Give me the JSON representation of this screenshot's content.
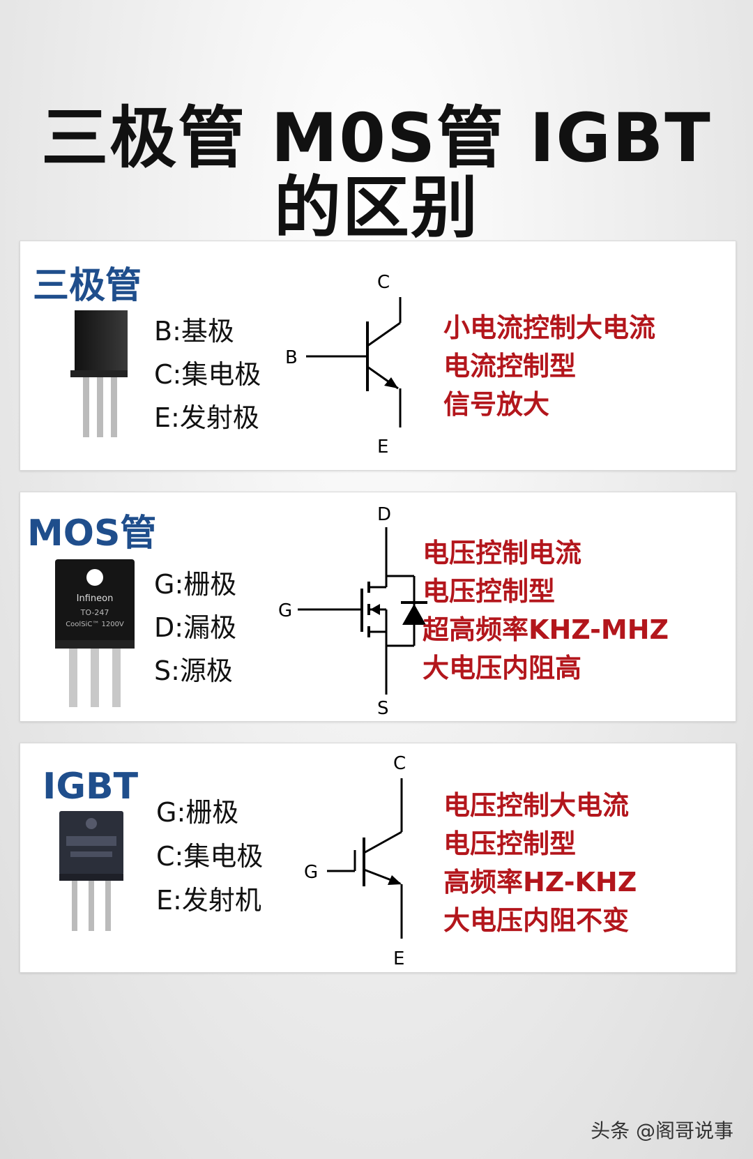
{
  "title": {
    "line1": "三极管 M0S管 IGBT",
    "line2": "的区别"
  },
  "cards": [
    {
      "name": "三极管",
      "pins": [
        "B:基极",
        "C:集电极",
        "E:发射极"
      ],
      "features": [
        "小电流控制大电流",
        "电流控制型",
        "信号放大"
      ],
      "symbol_labels": {
        "top": "C",
        "left": "B",
        "bottom": "E"
      }
    },
    {
      "name": "MOS管",
      "pins": [
        "G:栅极",
        "D:漏极",
        "S:源极"
      ],
      "features": [
        "电压控制电流",
        "电压控制型",
        "超高频率KHZ-MHZ",
        "大电压内阻高"
      ],
      "symbol_labels": {
        "top": "D",
        "left": "G",
        "bottom": "S"
      },
      "package_text": [
        "Infineon",
        "TO-247",
        "CoolSiC™ 1200V"
      ]
    },
    {
      "name": "IGBT",
      "pins": [
        "G:栅极",
        "C:集电极",
        "E:发射机"
      ],
      "features": [
        "电压控制大电流",
        "电压控制型",
        "高频率HZ-KHZ",
        "大电压内阻不变"
      ],
      "symbol_labels": {
        "top": "C",
        "left": "G",
        "bottom": "E"
      }
    }
  ],
  "watermark": "头条 @阁哥说事",
  "colors": {
    "card_title": "#1f4e8c",
    "feature_text": "#b3161c",
    "title": "#111111"
  }
}
